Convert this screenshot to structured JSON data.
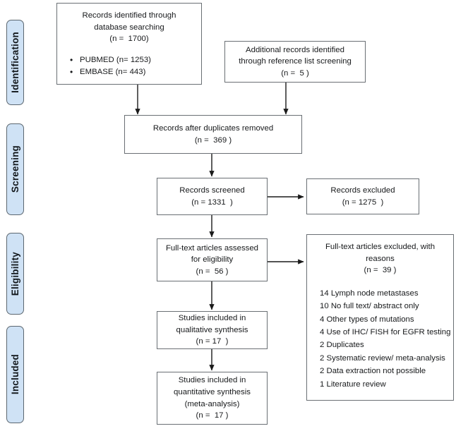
{
  "diagram": {
    "title": "PRISMA flow diagram",
    "type": "flowchart",
    "box_border_color": "#6a6f74",
    "stage_fill_color": "#cfe2f5",
    "stage_border_color": "#5c6770",
    "connector_color": "#1a1a1a"
  },
  "stages": [
    {
      "label": "Identification"
    },
    {
      "label": "Screening"
    },
    {
      "label": "Eligibility"
    },
    {
      "label": "Included"
    }
  ],
  "nodes": {
    "identified_database": {
      "lines": [
        "Records identified through",
        "database searching",
        "(n =  1700)"
      ],
      "bullets": [
        "PUBMED (n= 1253)",
        "EMBASE (n= 443)"
      ]
    },
    "additional_records": {
      "lines": [
        "Additional records identified",
        "through reference list screening",
        "(n =  5 )"
      ]
    },
    "duplicates_removed": {
      "lines": [
        "Records after duplicates removed",
        "(n =  369 )"
      ]
    },
    "records_screened": {
      "lines": [
        "Records screened",
        "(n = 1331  )"
      ]
    },
    "records_excluded": {
      "lines": [
        "Records excluded",
        "(n = 1275  )"
      ]
    },
    "fulltext_assessed": {
      "lines": [
        "Full-text articles assessed",
        "for eligibility",
        "(n =  56 )"
      ]
    },
    "fulltext_excluded": {
      "lines": [
        "Full-text articles excluded, with",
        "reasons",
        "(n =  39 )"
      ],
      "reasons": [
        "14 Lymph node metastases",
        "10 No full text/ abstract only",
        "4 Other types of mutations",
        "4 Use of IHC/ FISH for EGFR testing",
        "2 Duplicates",
        "2 Systematic review/ meta-analysis",
        "2 Data extraction not possible",
        "1 Literature review"
      ]
    },
    "qualitative_synthesis": {
      "lines": [
        "Studies included in",
        "qualitative synthesis",
        "(n = 17  )"
      ]
    },
    "quantitative_synthesis": {
      "lines": [
        "Studies included in",
        "quantitative synthesis",
        "(meta-analysis)",
        "(n =  17 )"
      ]
    }
  }
}
